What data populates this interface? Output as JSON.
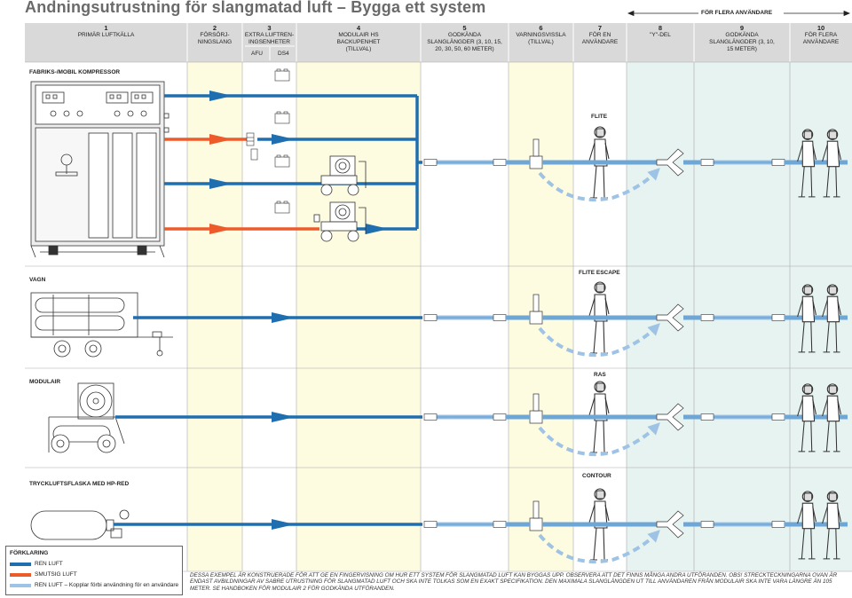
{
  "title": "Andningsutrustning för slangmatad luft – Bygga ett system",
  "flera_label": "FÖR FLERA ANVÄNDARE",
  "columns": [
    {
      "num": "1",
      "label": "PRIMÄR LUFTKÄLLA"
    },
    {
      "num": "2",
      "label": "FÖRSÖRJ-NINGSLANG"
    },
    {
      "num": "3",
      "label": "EXTRA LUFTREN-INGSENHETER"
    },
    {
      "num": "4",
      "label": "MODULAIR HS BACKUPENHET (TILLVAL)"
    },
    {
      "num": "5",
      "label": "GODKÄNDA SLANGLÄNGDER (3, 10, 15, 20, 30, 50, 60 METER)"
    },
    {
      "num": "6",
      "label": "VARNINGSVISSLA (TILLVAL)"
    },
    {
      "num": "7",
      "label": "FÖR EN ANVÄNDARE"
    },
    {
      "num": "8",
      "label": "\"Y\"-DEL"
    },
    {
      "num": "9",
      "label": "GODKÄNDA SLANGLÄNGDER (3, 10, 15 METER)"
    },
    {
      "num": "10",
      "label": "FÖR FLERA ANVÄNDARE"
    }
  ],
  "sub_afu": "AFU",
  "sub_ds4": "DS4",
  "rows": [
    {
      "label": "FABRIKS-/MOBIL KOMPRESSOR",
      "equipment": "FLITE"
    },
    {
      "label": "VAGN",
      "equipment": "FLITE ESCAPE"
    },
    {
      "label": "MODULAIR",
      "equipment": "RAS"
    },
    {
      "label": "TRYCKLUFTSFLASKA MED HP-RED",
      "equipment": "CONTOUR"
    }
  ],
  "legend": {
    "title": "FÖRKLARING",
    "items": [
      {
        "label": "REN LUFT",
        "color": "#1f6fb0"
      },
      {
        "label": "SMUTSIG LUFT",
        "color": "#ee5b2a"
      },
      {
        "label": "REN LUFT – Kopplar förbi användning för en användare",
        "color": "#9ec3e4"
      }
    ]
  },
  "footnote": "DESSA EXEMPEL ÄR KONSTRUERADE FÖR ATT GE EN FINGERVISNING OM HUR ETT SYSTEM FÖR SLANGMATAD LUFT KAN BYGGAS UPP. OBSERVERA ATT DET FINNS MÅNGA ANDRA UTFÖRANDEN. OBS! STRECKTECKNINGARNA OVAN ÄR ENDAST AVBILDNINGAR AV SABRE UTRUSTNING FÖR SLANGMATAD LUFT OCH SKA INTE TOLKAS SOM EN EXAKT SPECIFIKATION. DEN MAXIMALA SLANGLÄNGDEN UT TILL ANVÄNDAREN FRÅN MODULAIR SKA INTE VARA LÄNGRE ÄN 105 METER. SE HANDBOKEN FÖR MODULAIR 2 FÖR GODKÄNDA UTFÖRANDEN.",
  "colors": {
    "clean": "#1f6fb0",
    "dirty": "#ee5b2a",
    "bypass": "#9ec3e4",
    "hose": "#6ea6d6",
    "yellow_band": "#fdfbe0",
    "teal_band": "#e6f3f1",
    "header_bg": "#d9d9d9"
  }
}
